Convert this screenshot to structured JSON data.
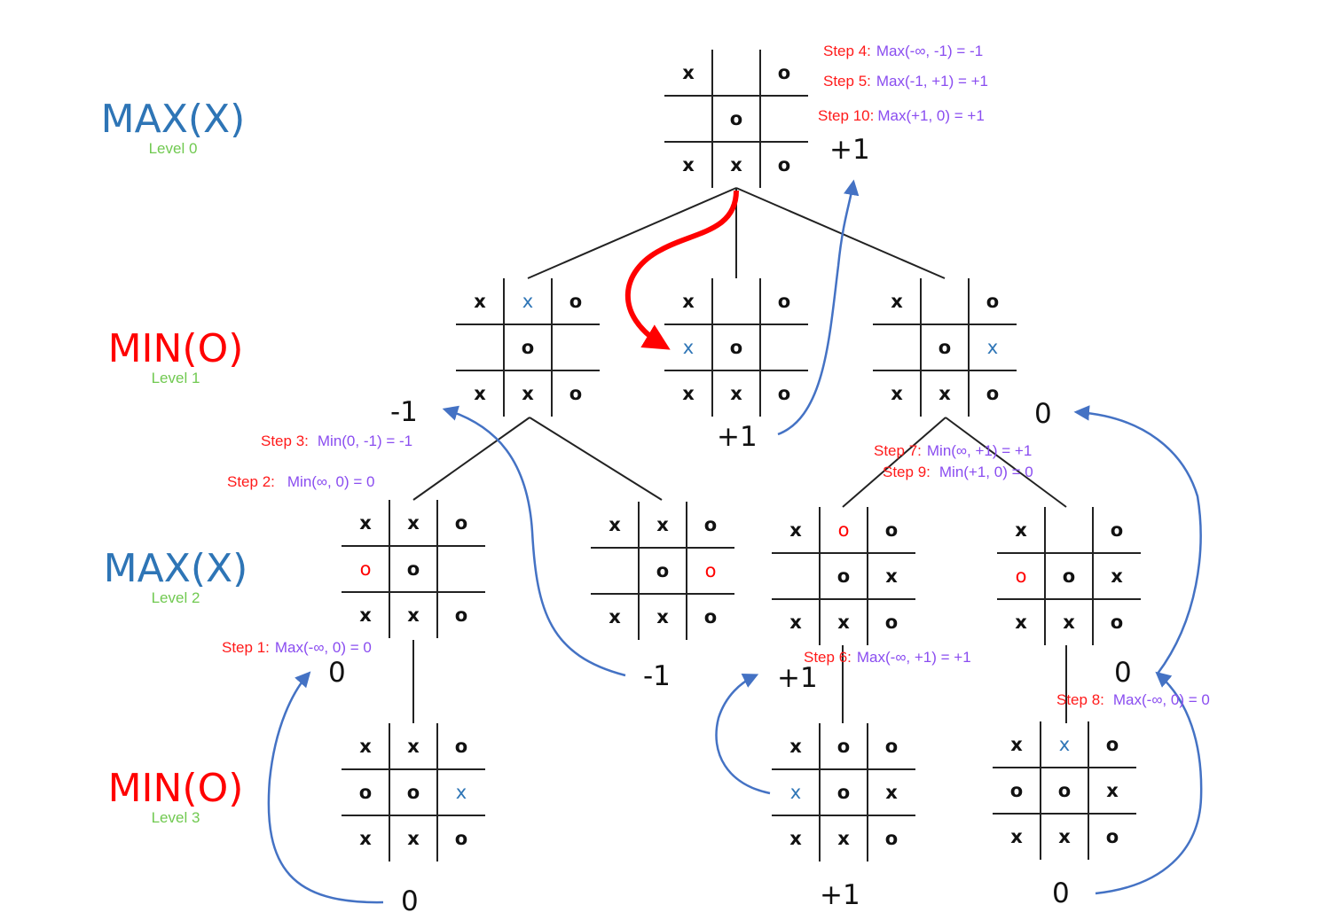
{
  "colors": {
    "max_label": "#2e75b6",
    "min_label": "#ff0000",
    "level_label": "#70c950",
    "step_key": "#ff1a1a",
    "step_expr": "#8a4df0",
    "new_x": "#2e75b6",
    "new_o": "#ff0000",
    "arrow_blue": "#4472c4",
    "arrow_red": "#ff0000"
  },
  "levels": [
    {
      "title": "MAX(X)",
      "sub": "Level 0",
      "kind": "max"
    },
    {
      "title": "MIN(O)",
      "sub": "Level 1",
      "kind": "min"
    },
    {
      "title": "MAX(X)",
      "sub": "Level 2",
      "kind": "max"
    },
    {
      "title": "MIN(O)",
      "sub": "Level 3",
      "kind": "min"
    }
  ],
  "boards": [
    {
      "id": "root",
      "cells": [
        "x",
        "",
        "o",
        "",
        "o",
        "",
        "x",
        "x",
        "o"
      ],
      "hl": []
    },
    {
      "id": "l1a",
      "cells": [
        "x",
        "x",
        "o",
        "",
        "o",
        "",
        "x",
        "x",
        "o"
      ],
      "hl": [
        1
      ]
    },
    {
      "id": "l1b",
      "cells": [
        "x",
        "",
        "o",
        "x",
        "o",
        "",
        "x",
        "x",
        "o"
      ],
      "hl": [
        3
      ]
    },
    {
      "id": "l1c",
      "cells": [
        "x",
        "",
        "o",
        "",
        "o",
        "x",
        "x",
        "x",
        "o"
      ],
      "hl": [
        5
      ]
    },
    {
      "id": "l2a",
      "cells": [
        "x",
        "x",
        "o",
        "o",
        "o",
        "",
        "x",
        "x",
        "o"
      ],
      "hl": [
        3
      ]
    },
    {
      "id": "l2b",
      "cells": [
        "x",
        "x",
        "o",
        "",
        "o",
        "o",
        "x",
        "x",
        "o"
      ],
      "hl": [
        5
      ]
    },
    {
      "id": "l2c",
      "cells": [
        "x",
        "o",
        "o",
        "",
        "o",
        "x",
        "x",
        "x",
        "o"
      ],
      "hl": [
        1
      ]
    },
    {
      "id": "l2d",
      "cells": [
        "x",
        "",
        "o",
        "o",
        "o",
        "x",
        "x",
        "x",
        "o"
      ],
      "hl": [
        3
      ]
    },
    {
      "id": "l3a",
      "cells": [
        "x",
        "x",
        "o",
        "o",
        "o",
        "x",
        "x",
        "x",
        "o"
      ],
      "hl": [
        5
      ]
    },
    {
      "id": "l3b",
      "cells": [
        "x",
        "o",
        "o",
        "x",
        "o",
        "x",
        "x",
        "x",
        "o"
      ],
      "hl": [
        3
      ]
    },
    {
      "id": "l3c",
      "cells": [
        "x",
        "x",
        "o",
        "o",
        "o",
        "x",
        "x",
        "x",
        "o"
      ],
      "hl": [
        1
      ]
    }
  ],
  "scores": {
    "root": "+1",
    "l1a": "-1",
    "l1b": "+1",
    "l1c": "0",
    "l2a": "0",
    "l2b": "-1",
    "l2c": "+1",
    "l2d": "0",
    "l3a": "0",
    "l3b": "+1",
    "l3c": "0"
  },
  "steps": [
    {
      "key": "Step 4:",
      "expr": "Max(-∞, -1) = -1"
    },
    {
      "key": "Step 5:",
      "expr": "Max(-1, +1) = +1"
    },
    {
      "key": "Step 10:",
      "expr": "Max(+1, 0) = +1"
    },
    {
      "key": "Step 3:",
      "expr": "Min(0, -1) = -1"
    },
    {
      "key": "Step 2:",
      "expr": "Min(∞, 0) = 0"
    },
    {
      "key": "Step 7:",
      "expr": "Min(∞, +1) = +1"
    },
    {
      "key": "Step 9:",
      "expr": "Min(+1, 0) = 0"
    },
    {
      "key": "Step 1:",
      "expr": "Max(-∞, 0) = 0"
    },
    {
      "key": "Step 6:",
      "expr": "Max(-∞, +1) = +1"
    },
    {
      "key": "Step 8:",
      "expr": "Max(-∞, 0) = 0"
    }
  ]
}
